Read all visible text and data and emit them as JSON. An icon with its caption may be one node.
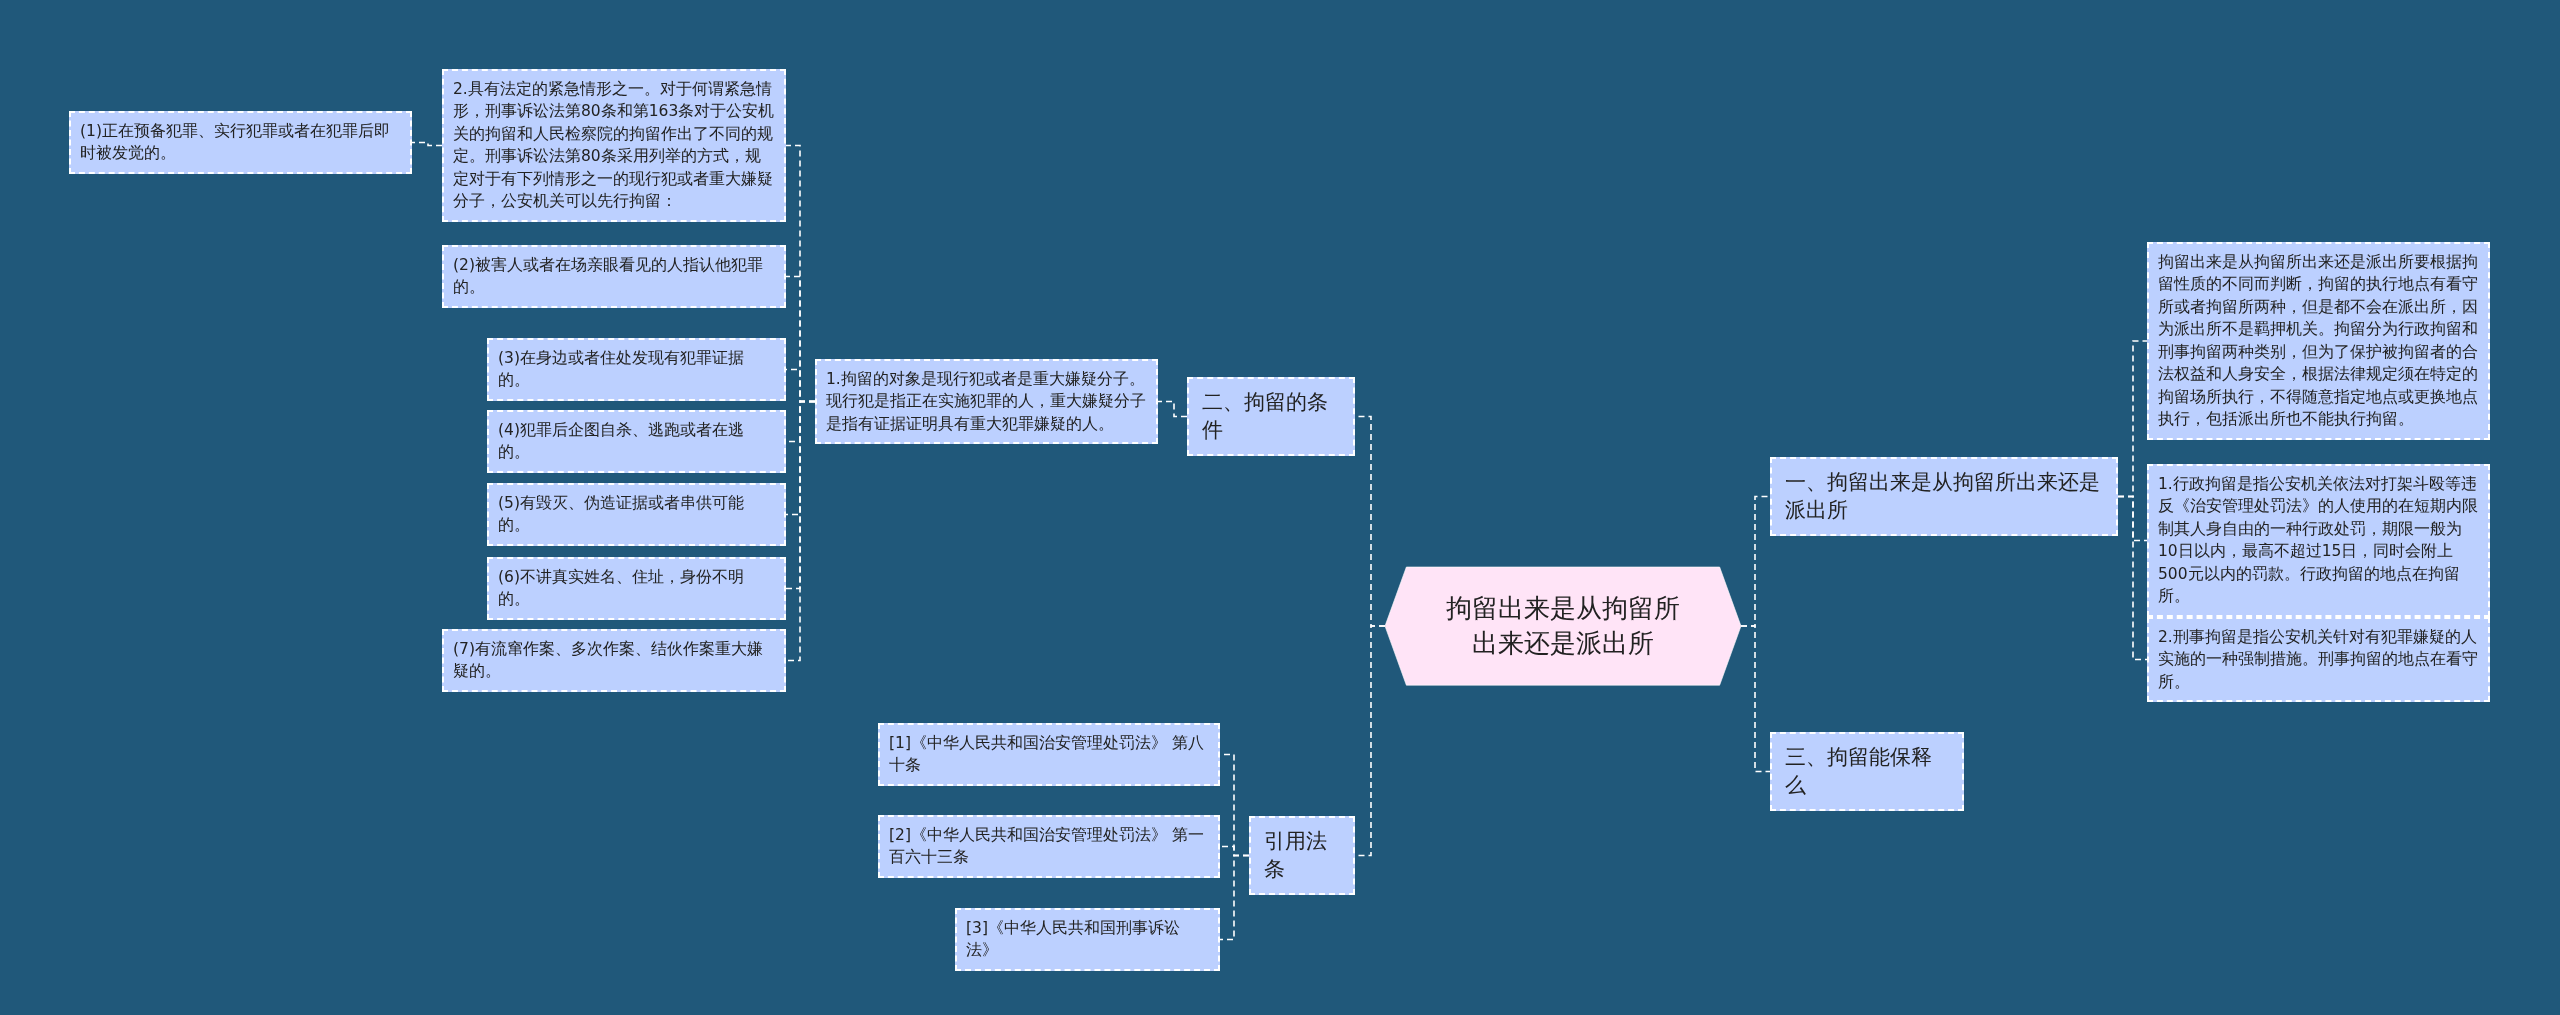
{
  "diagram": {
    "nodes": [
      {
        "text": [
          "拘留出来是从拘留所出来还是派出所"
        ]
      },
      {
        "text": [
          "一、拘留出来是从拘留所出来还是派出所"
        ]
      },
      {
        "text": [
          "拘留出来是从拘留所出来还是派出所要根据拘留性质的不同而判断，拘留的执行地点有看守所或者拘留所两种，但是都不会在派出所，因为派出所不是羁押机关。拘留分为行政拘留和刑事拘留两种类别，但为了保护被拘留者的合法权益和人身安全，根据法律规定须在特定的拘留场所执行，不得随意指定地点或更换地点执行，包括派出所也不能执行拘留。"
        ]
      },
      {
        "text": [
          "1.行政拘留是指公安机关依法对打架斗殴等违反《治安管理处罚法》的人使用的在短期内限制其人身自由的一种行政处罚，期限一般为10日以内，最高不超过15日，同时会附上500元以内的罚款。行政拘留的地点在拘留所。"
        ]
      },
      {
        "text": [
          "2.刑事拘留是指公安机关针对有犯罪嫌疑的人实施的一种强制措施。刑事拘留的地点在看守所。"
        ]
      },
      {
        "text": [
          "三、拘留能保释么"
        ]
      },
      {
        "text": [
          "二、拘留的条件"
        ]
      },
      {
        "text": [
          "1.拘留的对象是现行犯或者是重大嫌疑分子。现行犯是指正在实施犯罪的人，重大嫌疑分子是指有证据证明具有重大犯罪嫌疑的人。"
        ]
      },
      {
        "text": [
          "2.具有法定的紧急情形之一。对于何谓紧急情形，刑事诉讼法第80条和第163条对于公安机关的拘留和人民检察院的拘留作出了不同的规定。刑事诉讼法第80条采用列举的方式，规定对于有下列情形之一的现行犯或者重大嫌疑分子，公安机关可以先行拘留："
        ]
      },
      {
        "text": [
          "(1)正在预备犯罪、实行犯罪或者在犯罪后即时被发觉的。"
        ]
      },
      {
        "text": [
          "(2)被害人或者在场亲眼看见的人指认他犯罪的。"
        ]
      },
      {
        "text": [
          "(3)在身边或者住处发现有犯罪证据的。"
        ]
      },
      {
        "text": [
          "(4)犯罪后企图自杀、逃跑或者在逃的。"
        ]
      },
      {
        "text": [
          "(5)有毁灭、伪造证据或者串供可能的。"
        ]
      },
      {
        "text": [
          "(6)不讲真实姓名、住址，身份不明的。"
        ]
      },
      {
        "text": [
          "(7)有流窜作案、多次作案、结伙作案重大嫌疑的。"
        ]
      },
      {
        "text": [
          "引用法条"
        ]
      },
      {
        "text": [
          "[1]《中华人民共和国治安管理处罚法》 第八十条"
        ]
      },
      {
        "text": [
          "[2]《中华人民共和国治安管理处罚法》 第一百六十三条"
        ]
      },
      {
        "text": [
          "[3]《中华人民共和国刑事诉讼法》"
        ]
      }
    ],
    "edges": [
      {
        "from": 0,
        "to": 1,
        "arrow": "none"
      },
      {
        "from": 0,
        "to": 5,
        "arrow": "none"
      },
      {
        "from": 0,
        "to": 6,
        "arrow": "none"
      },
      {
        "from": 0,
        "to": 16,
        "arrow": "none"
      },
      {
        "from": 1,
        "to": 2,
        "arrow": "none"
      },
      {
        "from": 1,
        "to": 3,
        "arrow": "none"
      },
      {
        "from": 1,
        "to": 4,
        "arrow": "none"
      },
      {
        "from": 6,
        "to": 7,
        "arrow": "none"
      },
      {
        "from": 7,
        "to": 8,
        "arrow": "none"
      },
      {
        "from": 7,
        "to": 10,
        "arrow": "none"
      },
      {
        "from": 7,
        "to": 11,
        "arrow": "none"
      },
      {
        "from": 7,
        "to": 12,
        "arrow": "none"
      },
      {
        "from": 7,
        "to": 13,
        "arrow": "none"
      },
      {
        "from": 7,
        "to": 14,
        "arrow": "none"
      },
      {
        "from": 7,
        "to": 15,
        "arrow": "none"
      },
      {
        "from": 8,
        "to": 9,
        "arrow": "none"
      },
      {
        "from": 16,
        "to": 17,
        "arrow": "none"
      },
      {
        "from": 16,
        "to": 18,
        "arrow": "none"
      },
      {
        "from": 16,
        "to": 19,
        "arrow": "none"
      }
    ]
  }
}
